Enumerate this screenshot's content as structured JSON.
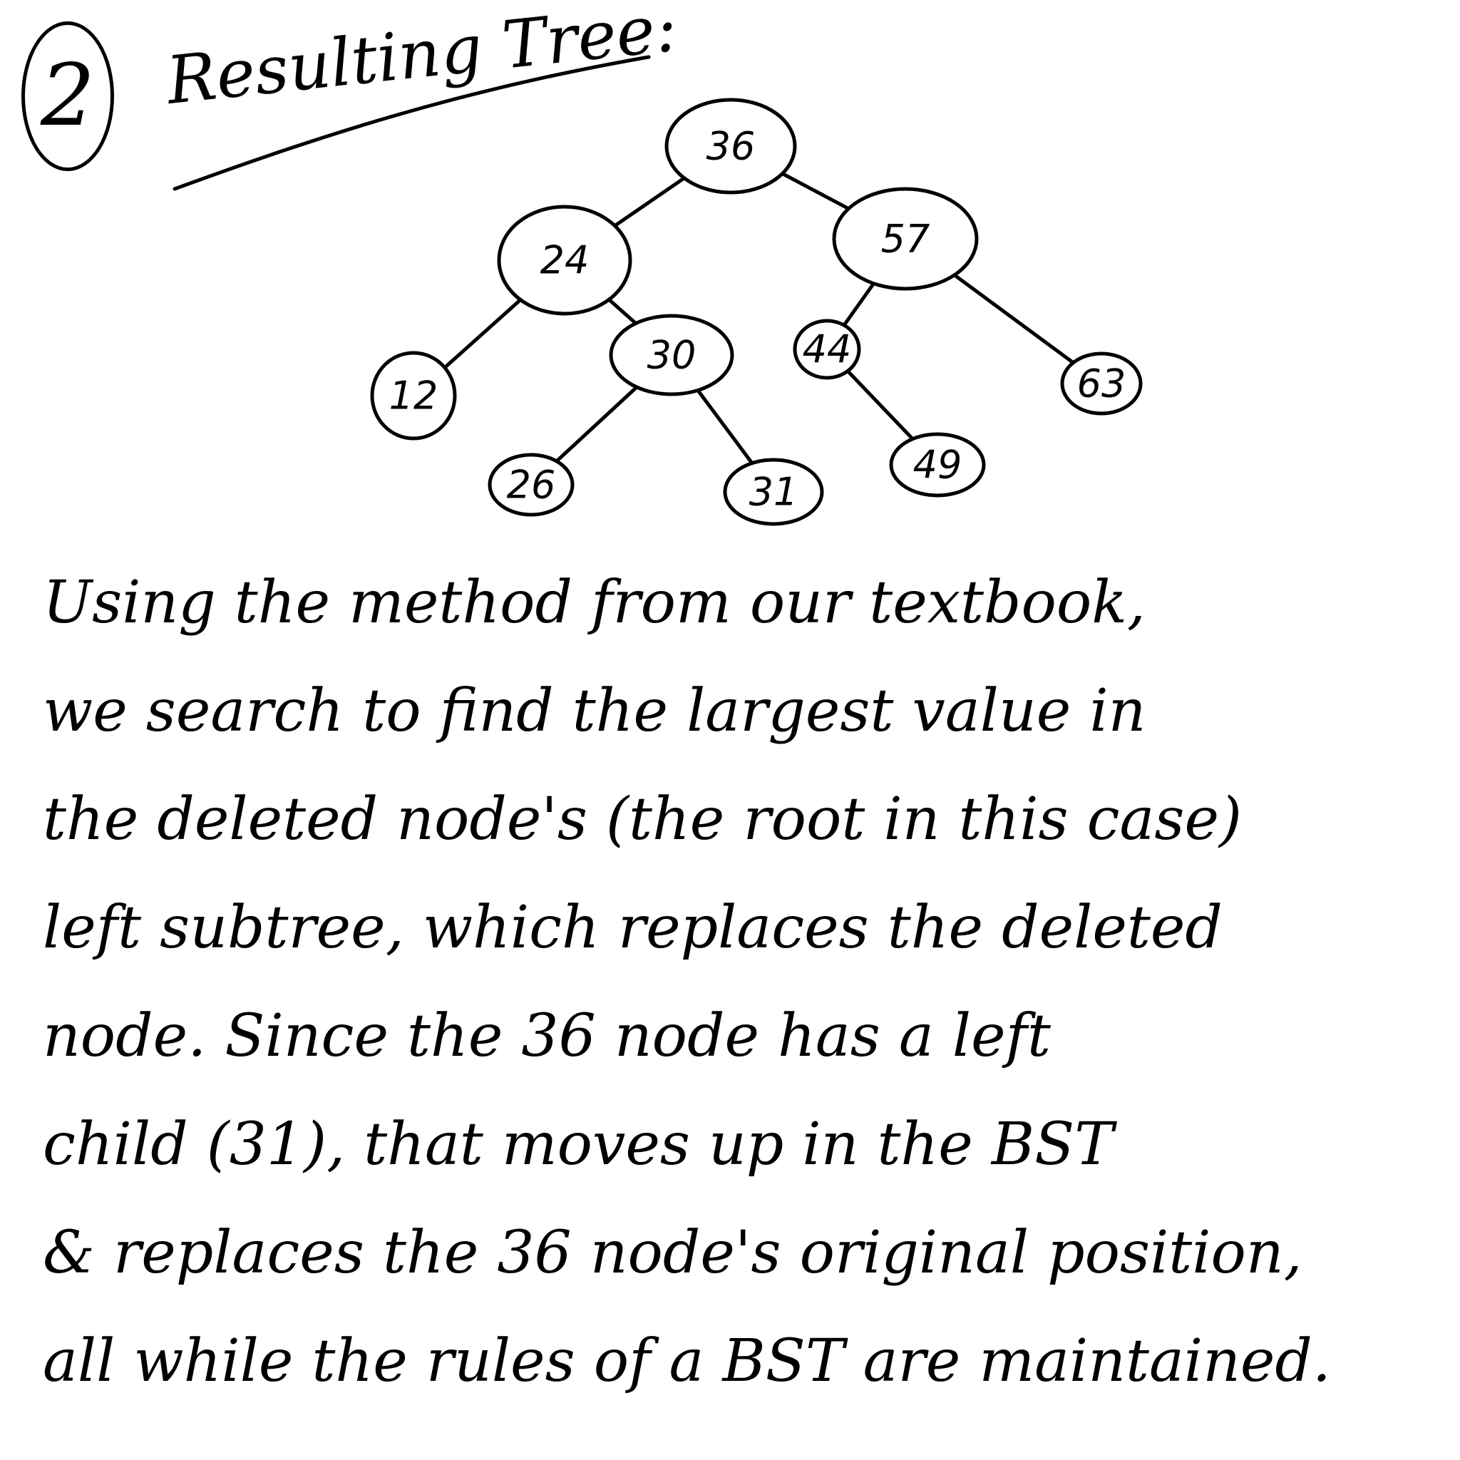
{
  "heading": {
    "step_number": "2",
    "title": "Resulting Tree:"
  },
  "tree": {
    "nodes": [
      {
        "id": "n36",
        "label": "36"
      },
      {
        "id": "n24",
        "label": "24"
      },
      {
        "id": "n57",
        "label": "57"
      },
      {
        "id": "n12",
        "label": "12"
      },
      {
        "id": "n30",
        "label": "30"
      },
      {
        "id": "n44",
        "label": "44"
      },
      {
        "id": "n63",
        "label": "63"
      },
      {
        "id": "n26",
        "label": "26"
      },
      {
        "id": "n31",
        "label": "31"
      },
      {
        "id": "n49",
        "label": "49"
      }
    ],
    "edges": [
      [
        "n36",
        "n24"
      ],
      [
        "n36",
        "n57"
      ],
      [
        "n24",
        "n12"
      ],
      [
        "n24",
        "n30"
      ],
      [
        "n57",
        "n44"
      ],
      [
        "n57",
        "n63"
      ],
      [
        "n30",
        "n26"
      ],
      [
        "n30",
        "n31"
      ],
      [
        "n44",
        "n49"
      ]
    ]
  },
  "body": {
    "lines": [
      "Using the method from our textbook,",
      "we search to find the largest value in",
      "the deleted node's (the root in this case)",
      "left subtree, which replaces the deleted",
      "node. Since the 36 node has a left",
      "child (31), that moves up in the BST",
      "& replaces the 36 node's original position,",
      "all while the rules of a BST are maintained."
    ]
  }
}
